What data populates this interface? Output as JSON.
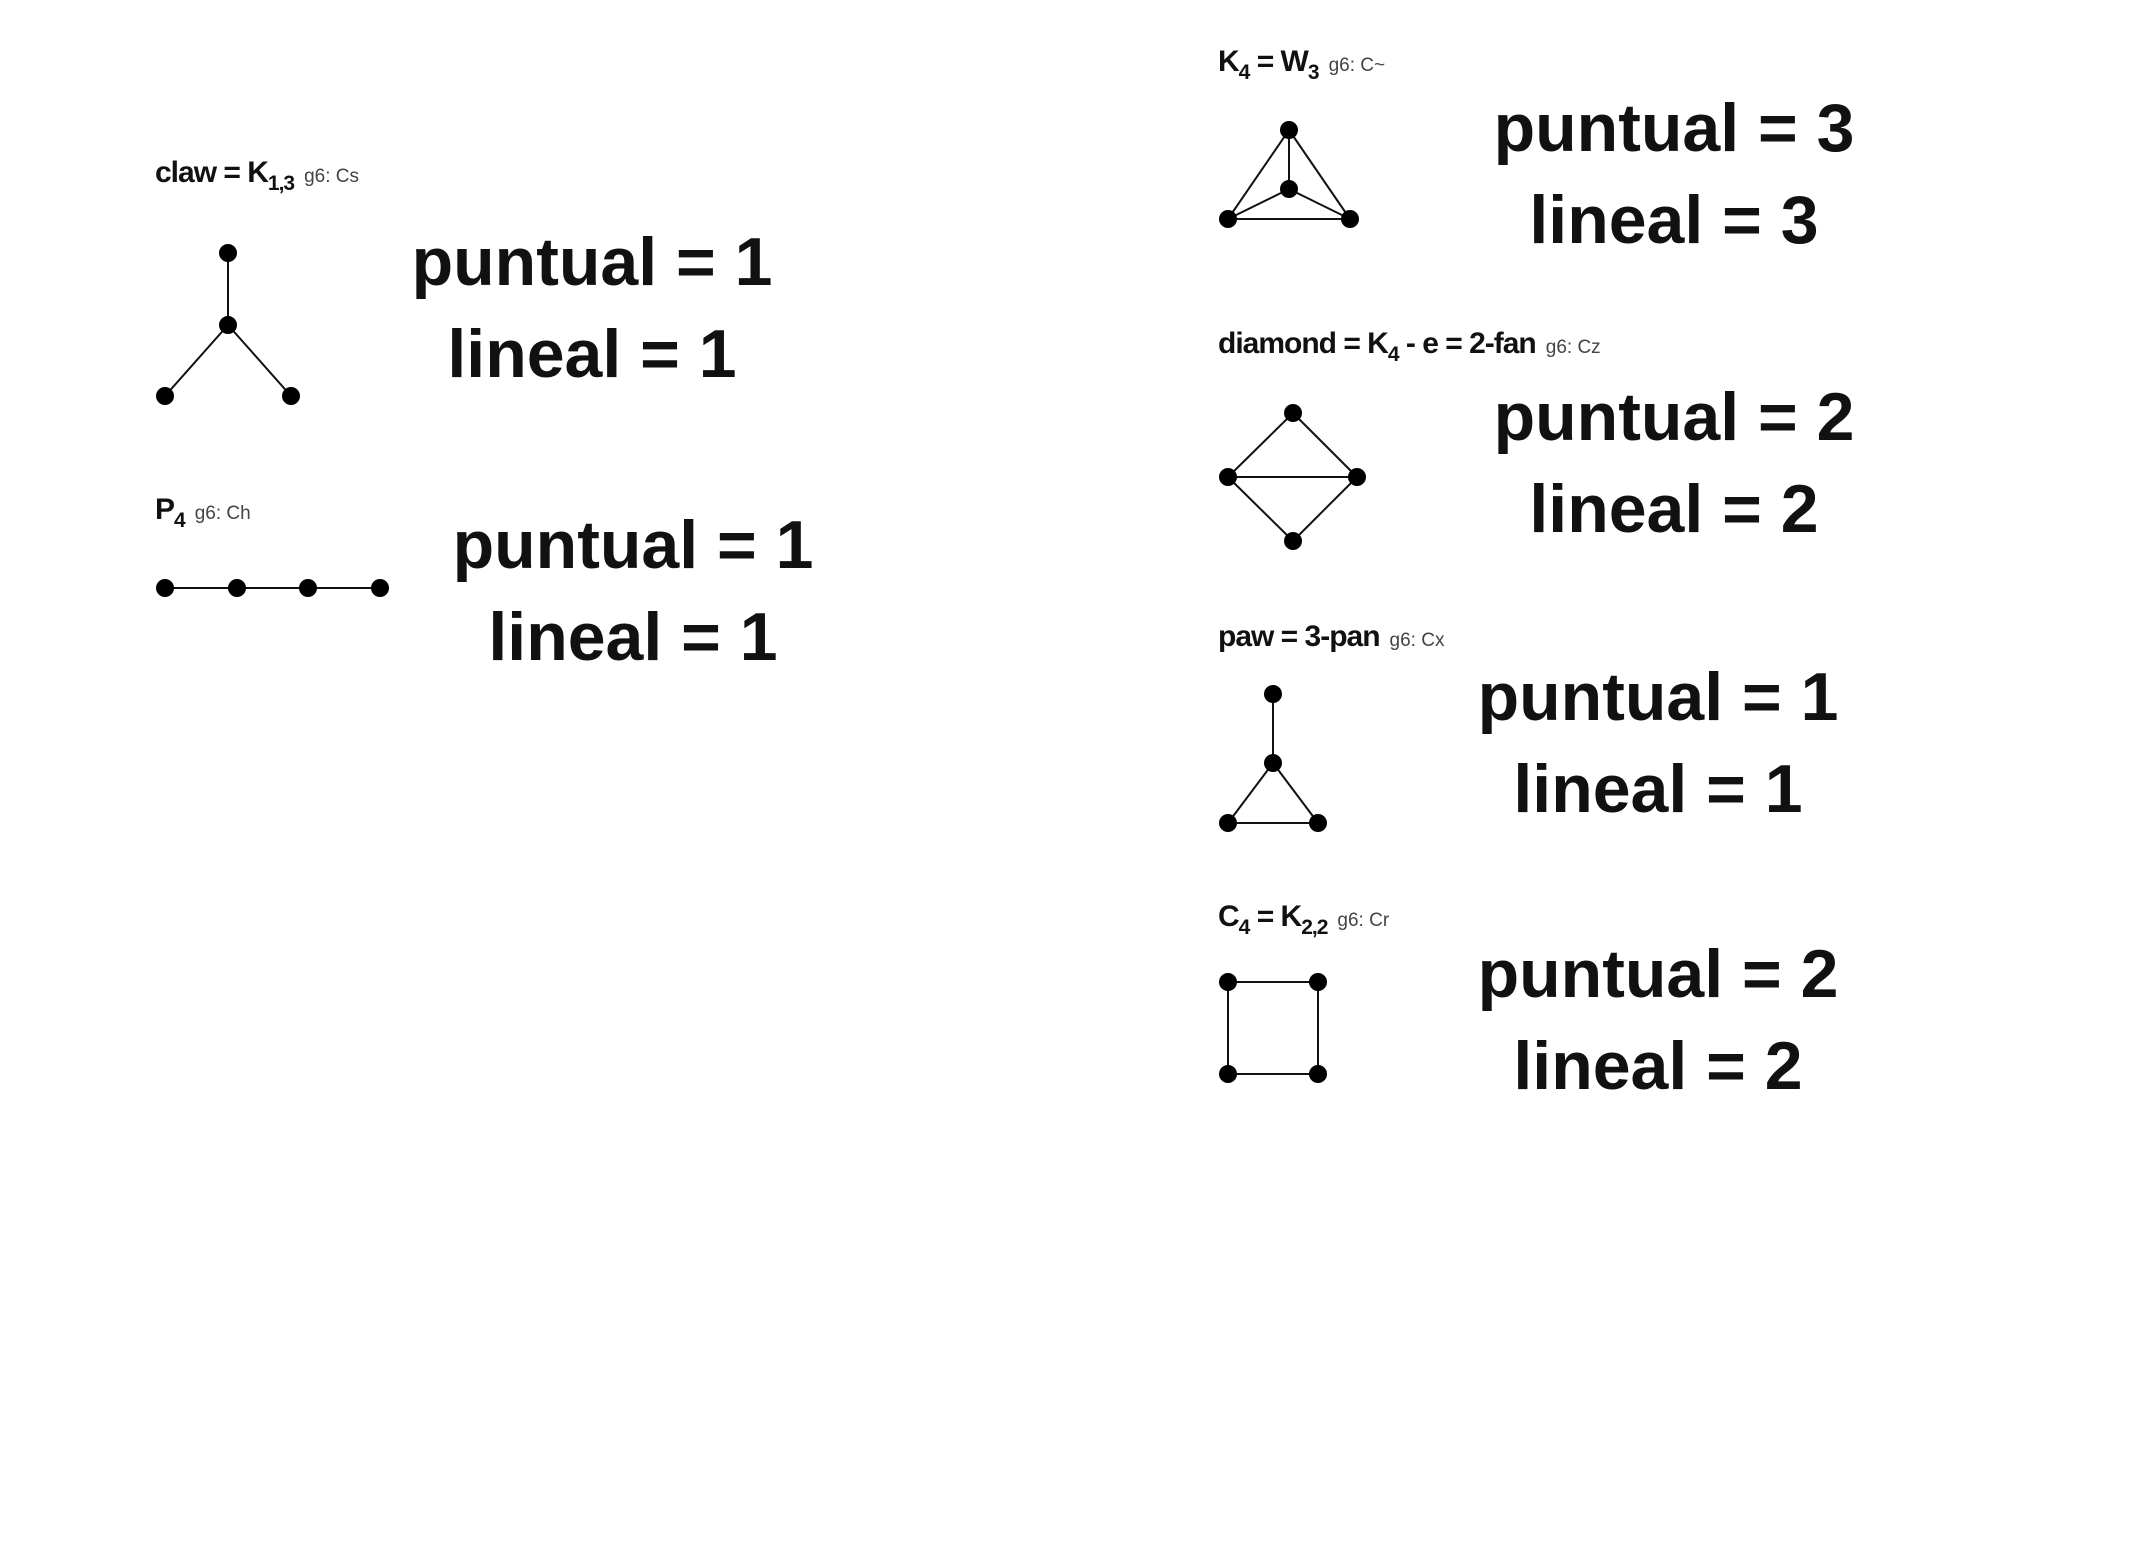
{
  "graphs": [
    {
      "id": "claw",
      "label": {
        "pre": "claw = K",
        "sub": "1,3",
        "post": "",
        "sub2": "",
        "tail": "",
        "g6": "g6: Cs"
      },
      "puntual": "puntual = 1",
      "lineal": "lineal = 1"
    },
    {
      "id": "p4",
      "label": {
        "pre": "P",
        "sub": "4",
        "post": "",
        "sub2": "",
        "tail": "",
        "g6": "g6: Ch"
      },
      "puntual": "puntual = 1",
      "lineal": "lineal = 1"
    },
    {
      "id": "k4",
      "label": {
        "pre": "K",
        "sub": "4",
        "post": " = W",
        "sub2": "3",
        "tail": "",
        "g6": "g6: C~"
      },
      "puntual": "puntual = 3",
      "lineal": "lineal = 3"
    },
    {
      "id": "diamond",
      "label": {
        "pre": "diamond = K",
        "sub": "4",
        "post": " - e = 2-fan",
        "sub2": "",
        "tail": "",
        "g6": "g6: Cz"
      },
      "puntual": "puntual = 2",
      "lineal": "lineal = 2"
    },
    {
      "id": "paw",
      "label": {
        "pre": "paw = 3-pan",
        "sub": "",
        "post": "",
        "sub2": "",
        "tail": "",
        "g6": "g6: Cx"
      },
      "puntual": "puntual = 1",
      "lineal": "lineal = 1"
    },
    {
      "id": "c4",
      "label": {
        "pre": "C",
        "sub": "4",
        "post": " = K",
        "sub2": "2,2",
        "tail": "",
        "g6": "g6: Cr"
      },
      "puntual": "puntual = 2",
      "lineal": "lineal = 2"
    }
  ]
}
